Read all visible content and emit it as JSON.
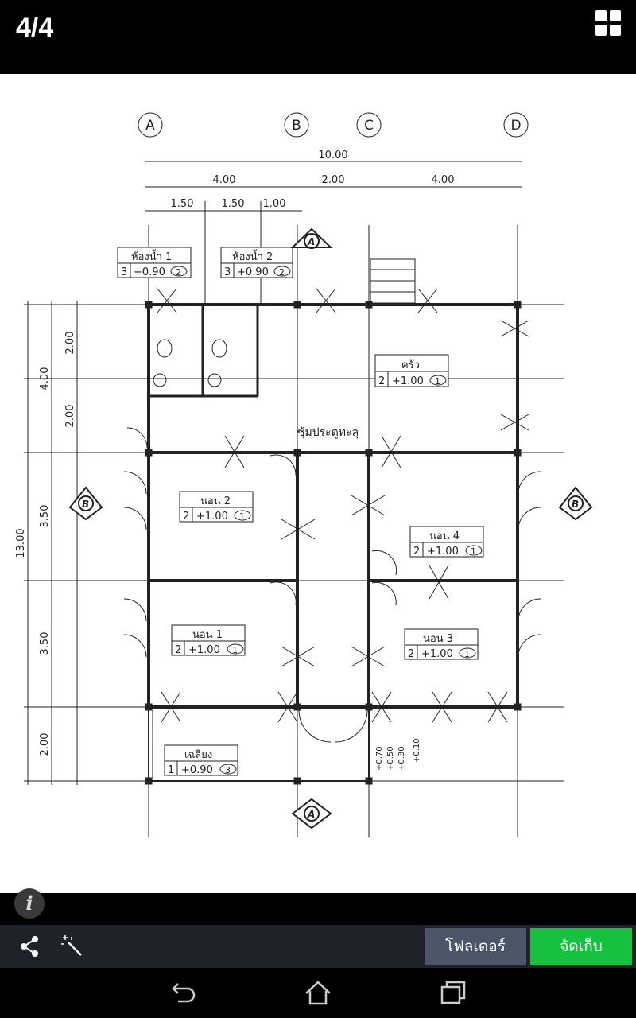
{
  "topbar": {
    "counter": "4/4",
    "grid_icon": "grid-view-icon"
  },
  "plan": {
    "axes": [
      "A",
      "B",
      "C",
      "D"
    ],
    "dims_row1": {
      "total": "10.00"
    },
    "dims_row2": [
      "4.00",
      "2.00",
      "4.00"
    ],
    "dims_row3": [
      "1.50",
      "1.50",
      "1.00"
    ],
    "dims_left_inner": [
      "2.00",
      "2.00",
      "3.50",
      "3.50",
      "2.00"
    ],
    "dims_left_mid": "4.00",
    "dims_left_total": "13.00",
    "rooms": [
      {
        "name": "ห้องน้ำ 1",
        "tag": "3",
        "level": "+0.90",
        "mark": "2"
      },
      {
        "name": "ห้องน้ำ 2",
        "tag": "3",
        "level": "+0.90",
        "mark": "2"
      },
      {
        "name": "ครัว",
        "tag": "2",
        "level": "+1.00",
        "mark": "1"
      },
      {
        "name": "นอน 2",
        "tag": "2",
        "level": "+1.00",
        "mark": "1"
      },
      {
        "name": "นอน 4",
        "tag": "2",
        "level": "+1.00",
        "mark": "1"
      },
      {
        "name": "นอน 1",
        "tag": "2",
        "level": "+1.00",
        "mark": "1"
      },
      {
        "name": "นอน 3",
        "tag": "2",
        "level": "+1.00",
        "mark": "1"
      },
      {
        "name": "เฉลียง",
        "tag": "1",
        "level": "+0.90",
        "mark": "3"
      }
    ],
    "corridor_label": "ซุ้มประตูทะลุ",
    "section_marks": [
      "A",
      "B"
    ],
    "stair_levels": [
      "+0.70",
      "+0.50",
      "+0.30",
      "+0.10"
    ]
  },
  "actions": {
    "share_icon": "share-icon",
    "magic_icon": "magic-wand-icon",
    "folder_label": "โฟลเดอร์",
    "save_label": "จัดเก็บ"
  },
  "nav": {
    "back_icon": "back-icon",
    "home_icon": "home-icon",
    "recents_icon": "recents-icon"
  },
  "info_icon": "info-icon"
}
